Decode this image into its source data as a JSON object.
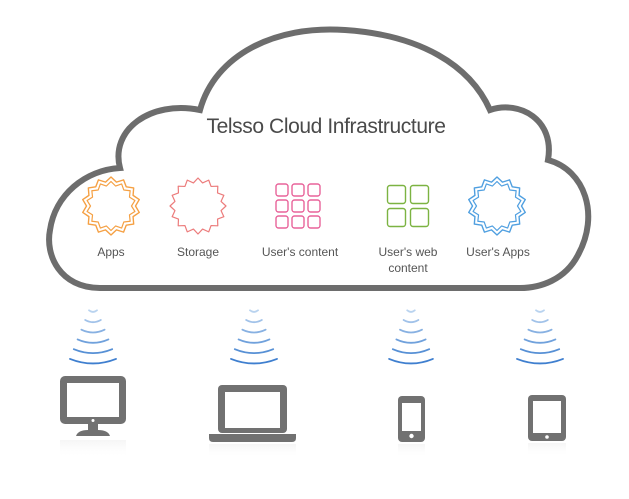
{
  "diagram": {
    "title": "Telsso Cloud Infrastructure",
    "services": [
      {
        "key": "apps",
        "label_lines": [
          "Apps"
        ],
        "icon": "gear-seal-icon",
        "color": "#f5a043"
      },
      {
        "key": "storage",
        "label_lines": [
          "Storage"
        ],
        "icon": "seal-outline-icon",
        "color": "#ec7c7c"
      },
      {
        "key": "users-content",
        "label_lines": [
          "User's content"
        ],
        "icon": "grid-3x3-icon",
        "color": "#e8639a"
      },
      {
        "key": "users-web-content",
        "label_lines": [
          "User's web",
          "content"
        ],
        "icon": "grid-2x2-icon",
        "color": "#7cb342"
      },
      {
        "key": "users-apps",
        "label_lines": [
          "User's Apps"
        ],
        "icon": "gear-seal-icon",
        "color": "#4f9fe0"
      }
    ],
    "devices": [
      {
        "key": "desktop",
        "icon": "desktop-monitor-icon"
      },
      {
        "key": "laptop",
        "icon": "laptop-icon"
      },
      {
        "key": "phone",
        "icon": "smartphone-icon"
      },
      {
        "key": "tablet",
        "icon": "tablet-icon"
      }
    ],
    "colors": {
      "cloud_outline": "#6d6d6d",
      "device": "#717171",
      "wave_light": "#b9d3ef",
      "wave_dark": "#3f7fcf",
      "text": "#4a4a4a"
    }
  }
}
